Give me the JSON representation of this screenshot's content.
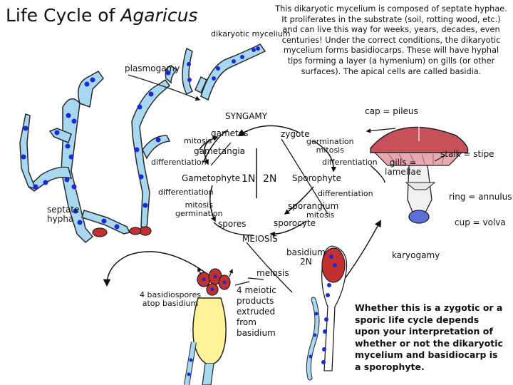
{
  "title": {
    "prefix": "Life Cycle of ",
    "genus": "Agaricus"
  },
  "description": "This dikaryotic mycelium is composed of septate hyphae. It proliferates in the substrate (soil, rotting wood, etc.) and can live this way for weeks, years, decades, even centuries! Under the correct conditions, the dikaryotic mycelium forms basidiocarps. These will have hyphal tips forming a layer (a hymenium) on gills (or other surfaces). The apical cells are called basidia.",
  "labels": {
    "dikaryotic_mycelium": "dikaryotic mycelium",
    "plasmogamy": "plasmogamy",
    "syngamy": "SYNGAMY",
    "gametes": "gametes",
    "mitosis_left": "mitosis",
    "gametangia": "gametangia",
    "differentiation_left_top": "differentiation",
    "gametophyte": "Gametophyte",
    "one_n": "1N",
    "two_n": "2N",
    "sporophyte": "Sporophyte",
    "differentiation_left_mid": "differentiation",
    "mitosis_germination_left": "mitosis\ngermination",
    "spores": "spores",
    "septate_hypha": "septate\nhypha",
    "zygote": "zygote",
    "germination_mitosis": "germination\nmitosis",
    "differentiation_right_top": "differentiation",
    "differentiation_right_mid": "differentiation",
    "sporangium": "sporangium",
    "mitosis_right": "mitosis",
    "sporocyte": "sporocyte",
    "meiosis_upper": "MEIOSIS",
    "basidium": "basidium\n2N",
    "meiosis_lower": "meiosis",
    "basidiospores": "4 basidiospores\natop basidium",
    "meiotic_products": "4 meiotic\nproducts\nextruded\nfrom\nbasidium",
    "cap": "cap = pileus",
    "stalk": "stalk = stipe",
    "gills": "gills =\nlamellae",
    "ring": "ring = annulus",
    "cup": "cup = volva",
    "karyogamy": "karyogamy"
  },
  "conclusion": "Whether this is a zygotic or a sporic life cycle depends upon your interpretation of whether or not the dikaryotic mycelium and basidiocarp is a sporophyte.",
  "colors": {
    "hypha_fill": "#a8d8f0",
    "hypha_stroke": "#2a2a2a",
    "nucleus": "#1a2ad6",
    "spore": "#c23030",
    "basidium_fill": "#fff39a",
    "cap_red": "#c8505a",
    "gills_pink": "#e7a8b0",
    "stalk_white": "#f0f0f0",
    "volva_blue": "#5a6fd8"
  }
}
